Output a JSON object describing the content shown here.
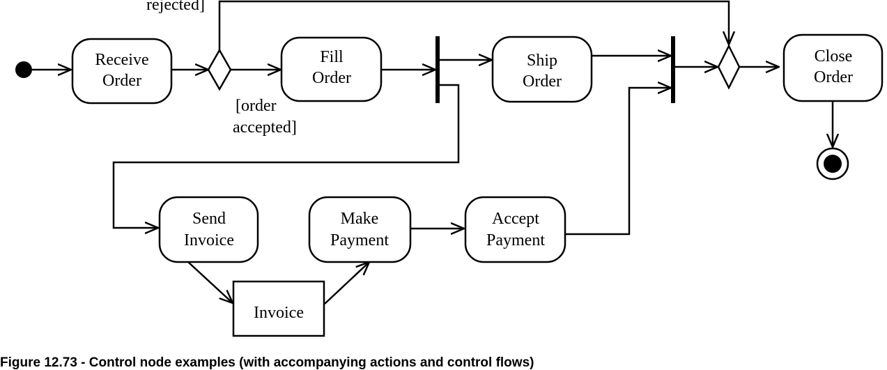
{
  "actions": {
    "receive_order": [
      "Receive",
      "Order"
    ],
    "fill_order": [
      "Fill",
      "Order"
    ],
    "ship_order": [
      "Ship",
      "Order"
    ],
    "close_order": [
      "Close",
      "Order"
    ],
    "send_invoice": [
      "Send",
      "Invoice"
    ],
    "make_payment": [
      "Make",
      "Payment"
    ],
    "accept_payment": [
      "Accept",
      "Payment"
    ]
  },
  "object_node": {
    "invoice": "Invoice"
  },
  "guards": {
    "rejected": "rejected]",
    "accepted": [
      "[order",
      "accepted]"
    ]
  },
  "caption": "Figure 12.73 - Control node examples (with accompanying actions and control flows)"
}
